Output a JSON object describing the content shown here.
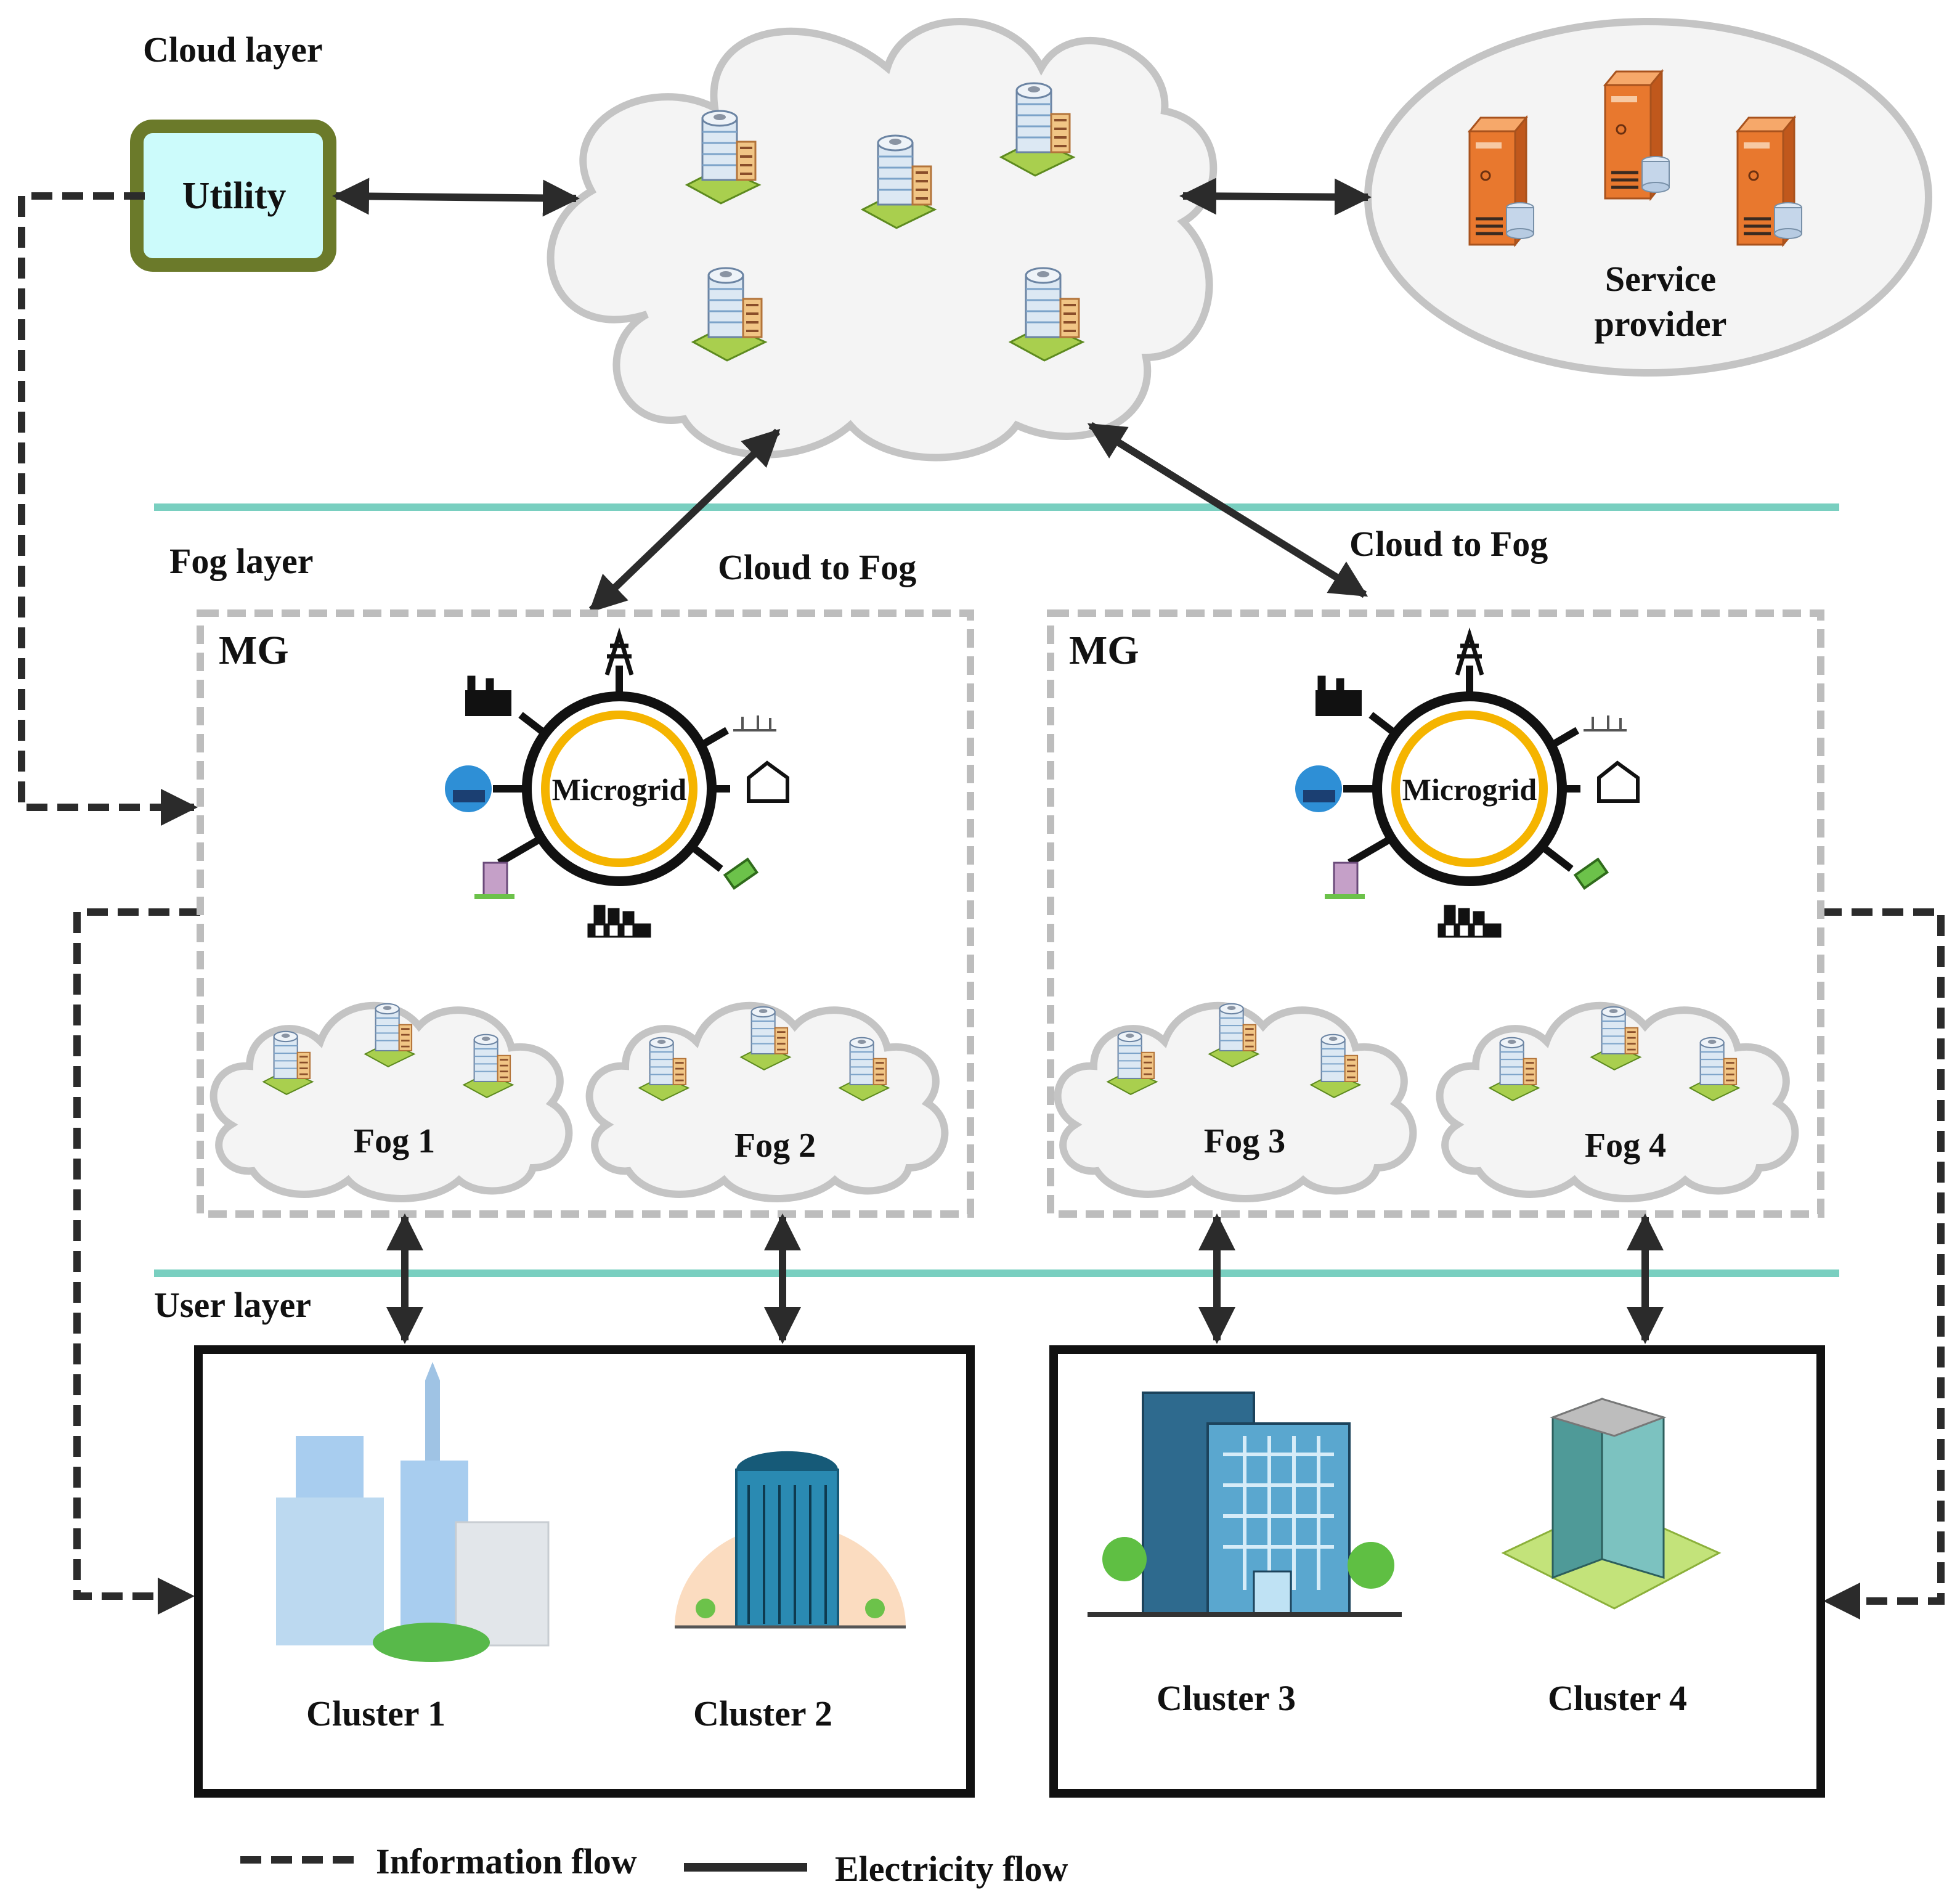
{
  "layers": {
    "cloud": "Cloud layer",
    "fog": "Fog layer",
    "user": "User layer"
  },
  "utility": "Utility",
  "service_provider": [
    "Service",
    "provider"
  ],
  "cloud_to_fog": [
    "Cloud to Fog",
    "Cloud to Fog"
  ],
  "microgrids": [
    {
      "tag": "MG",
      "hub": "Microgrid",
      "fogs": [
        "Fog 1",
        "Fog 2"
      ]
    },
    {
      "tag": "MG",
      "hub": "Microgrid",
      "fogs": [
        "Fog 3",
        "Fog 4"
      ]
    }
  ],
  "clusters": [
    "Cluster 1",
    "Cluster 2",
    "Cluster 3",
    "Cluster 4"
  ],
  "legend": {
    "information": "Information flow",
    "electricity": "Electricity flow"
  },
  "colors": {
    "layer_line": "#79cfc0",
    "utility_border": "#6b7a2a",
    "utility_fill": "#ccfbfb",
    "microgrid_ring": "#f5b400",
    "server": "#e8782e",
    "dash_gray": "#bdbdbd",
    "flow": "#2b2b2b"
  }
}
